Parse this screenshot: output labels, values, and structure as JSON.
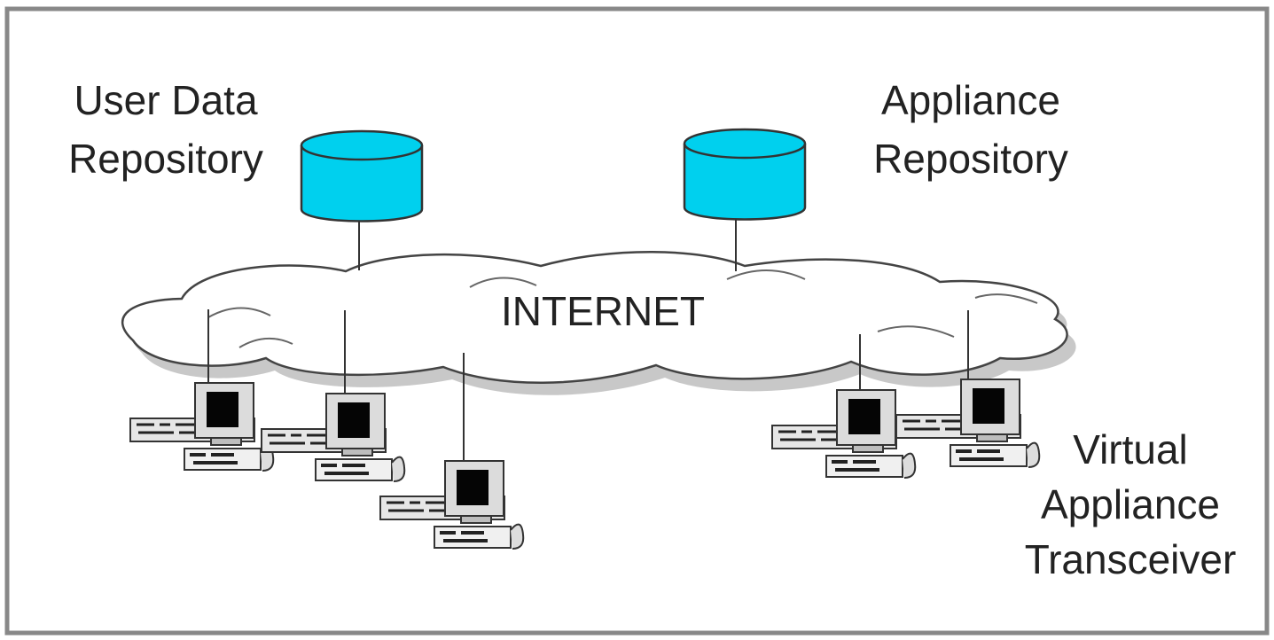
{
  "labels": {
    "user_data_repository": [
      "User Data",
      "Repository"
    ],
    "appliance_repository": [
      "Appliance",
      "Repository"
    ],
    "internet": "INTERNET",
    "virtual_appliance_transceiver": [
      "Virtual",
      "Appliance",
      "Transceiver"
    ]
  },
  "colors": {
    "repository_fill": "#00d0ee",
    "cloud_fill": "#ffffff",
    "cloud_shadow": "#c8c8c8",
    "line": "#333333",
    "frame_border": "#888888"
  },
  "icons": {
    "repository": "database-cylinder-icon",
    "network": "cloud-icon",
    "terminal": "computer-workstation-icon"
  }
}
